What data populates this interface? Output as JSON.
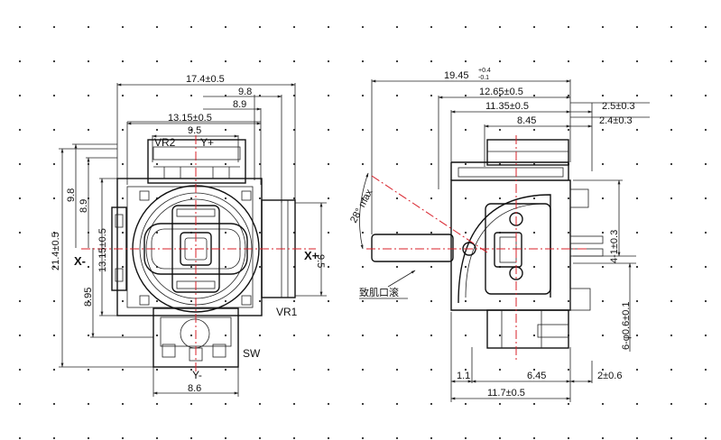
{
  "front_view": {
    "dims": {
      "width_total": "17.4±0.5",
      "d_9_8_top": "9.8",
      "d_8_9_top": "8.9",
      "d_13_15_top": "13.15±0.5",
      "d_9_5_top": "9.5",
      "height_total": "21.4±0.5",
      "d_9_8_left": "9.8",
      "d_8_9_left": "8.9",
      "d_13_15_left": "13.15±0.5",
      "d_8_95_left": "8.95",
      "d_9_5_right": "9.5",
      "bottom_width": "8.6"
    },
    "labels": {
      "vr2": "VR2",
      "y_plus": "Y+",
      "x_minus": "X-",
      "x_plus": "X+",
      "vr1": "VR1",
      "sw": "SW",
      "y_minus": "Y-"
    }
  },
  "side_view": {
    "dims": {
      "width_total": "19.45",
      "tol_upper": "+0.4",
      "tol_lower": "-0.1",
      "d_12_65": "12.65±0.5",
      "d_11_35": "11.35±0.5",
      "d_8_45": "8.45",
      "d_2_5": "2.5±0.3",
      "d_2_4": "2.4±0.3",
      "d_4_1": "4-1±0.3",
      "d_6_hole": "6-φ0.6±0.1",
      "d_1_1": "1.1",
      "d_6_45": "6.45",
      "d_2_06": "2±0.6",
      "d_11_7": "11.7±0.5",
      "angle": "28° max"
    },
    "labels": {
      "knurl_note": "致肌口滚"
    }
  },
  "colors": {
    "line": "#111111",
    "centerline": "#d8202a",
    "grid_dot": "#2b2b2b"
  }
}
